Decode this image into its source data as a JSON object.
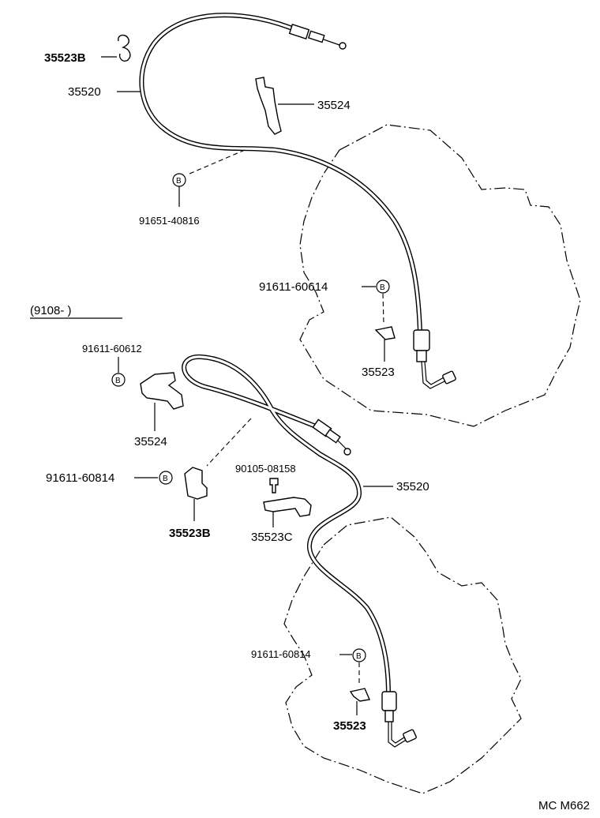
{
  "upper": {
    "label_35523b": "35523B",
    "label_35520": "35520",
    "label_35524": "35524",
    "bolt_b1_mark": "B",
    "label_91651": "91651-40816",
    "label_91611_a": "91611-60614",
    "bolt_b2_mark": "B",
    "label_35523": "35523"
  },
  "lower": {
    "date_range": "(9108-          )",
    "label_91611_b": "91611-60612",
    "bolt_b3_mark": "B",
    "label_35524": "35524",
    "label_91611_c": "91611-60814",
    "bolt_b4_mark": "B",
    "label_35523b": "35523B",
    "label_90105": "90105-08158",
    "label_35523c": "35523C",
    "label_35520": "35520",
    "label_91611_d": "91611-60814",
    "bolt_b5_mark": "B",
    "label_35523": "35523"
  },
  "footer": {
    "code": "MC M662"
  }
}
